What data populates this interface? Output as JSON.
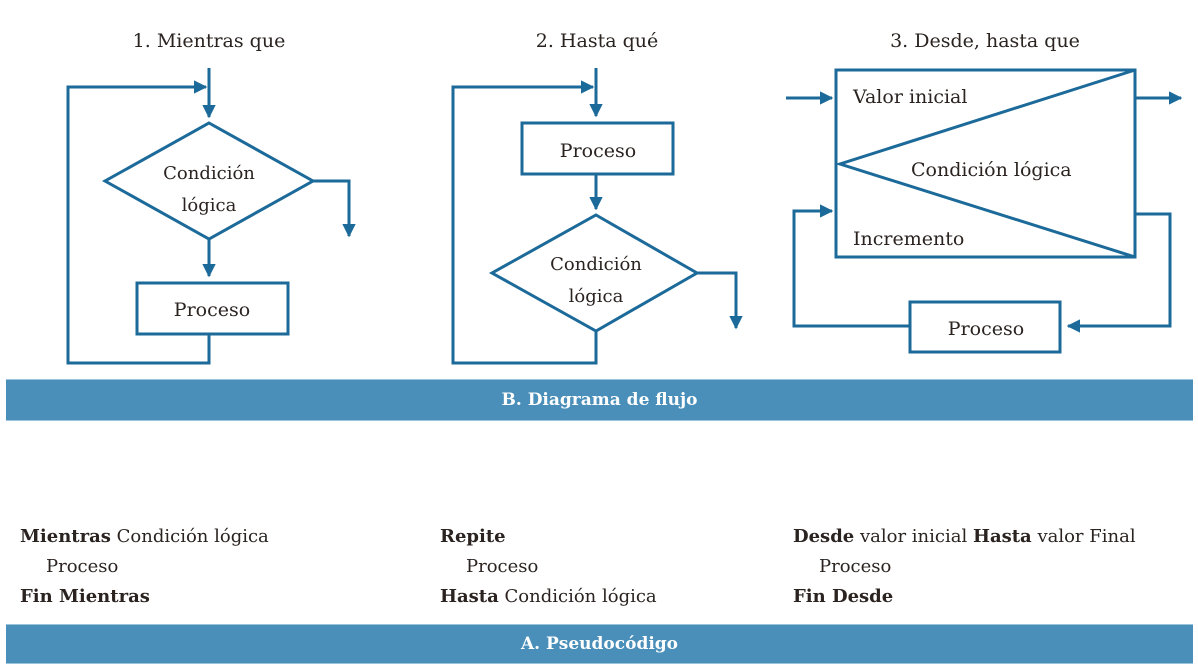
{
  "flowchart": {
    "diagrams": [
      {
        "title": "1. Mientras que",
        "condition_label_line1": "Condición",
        "condition_label_line2": "lógica",
        "process_label": "Proceso"
      },
      {
        "title": "2. Hasta qué",
        "process_label": "Proceso",
        "condition_label_line1": "Condición",
        "condition_label_line2": "lógica"
      },
      {
        "title": "3. Desde, hasta que",
        "initial_value_label": "Valor inicial",
        "condition_label": "Condición lógica",
        "increment_label": "Incremento",
        "process_label": "Proceso"
      }
    ],
    "section_banner": "B. Diagrama de flujo"
  },
  "pseudocode": {
    "blocks": [
      {
        "line1_kw": "Mientras",
        "line1_text": " Condición lógica",
        "line2": "Proceso",
        "line3_kw": "Fin Mientras",
        "line3_text": ""
      },
      {
        "line1_kw": "Repite",
        "line1_text": "",
        "line2": "Proceso",
        "line3_kw": "Hasta",
        "line3_text": " Condición lógica"
      },
      {
        "line1_kw": "Desde",
        "line1_text": " valor inicial ",
        "line1_kw2": "Hasta",
        "line1_text2": " valor Final",
        "line2": "Proceso",
        "line3_kw": "Fin Desde",
        "line3_text": ""
      }
    ],
    "section_banner": "A. Pseudocódigo"
  },
  "colors": {
    "line": "#1c6a99",
    "banner": "#4a8fb9",
    "banner_text": "#ffffff",
    "text": "#2a2320"
  }
}
